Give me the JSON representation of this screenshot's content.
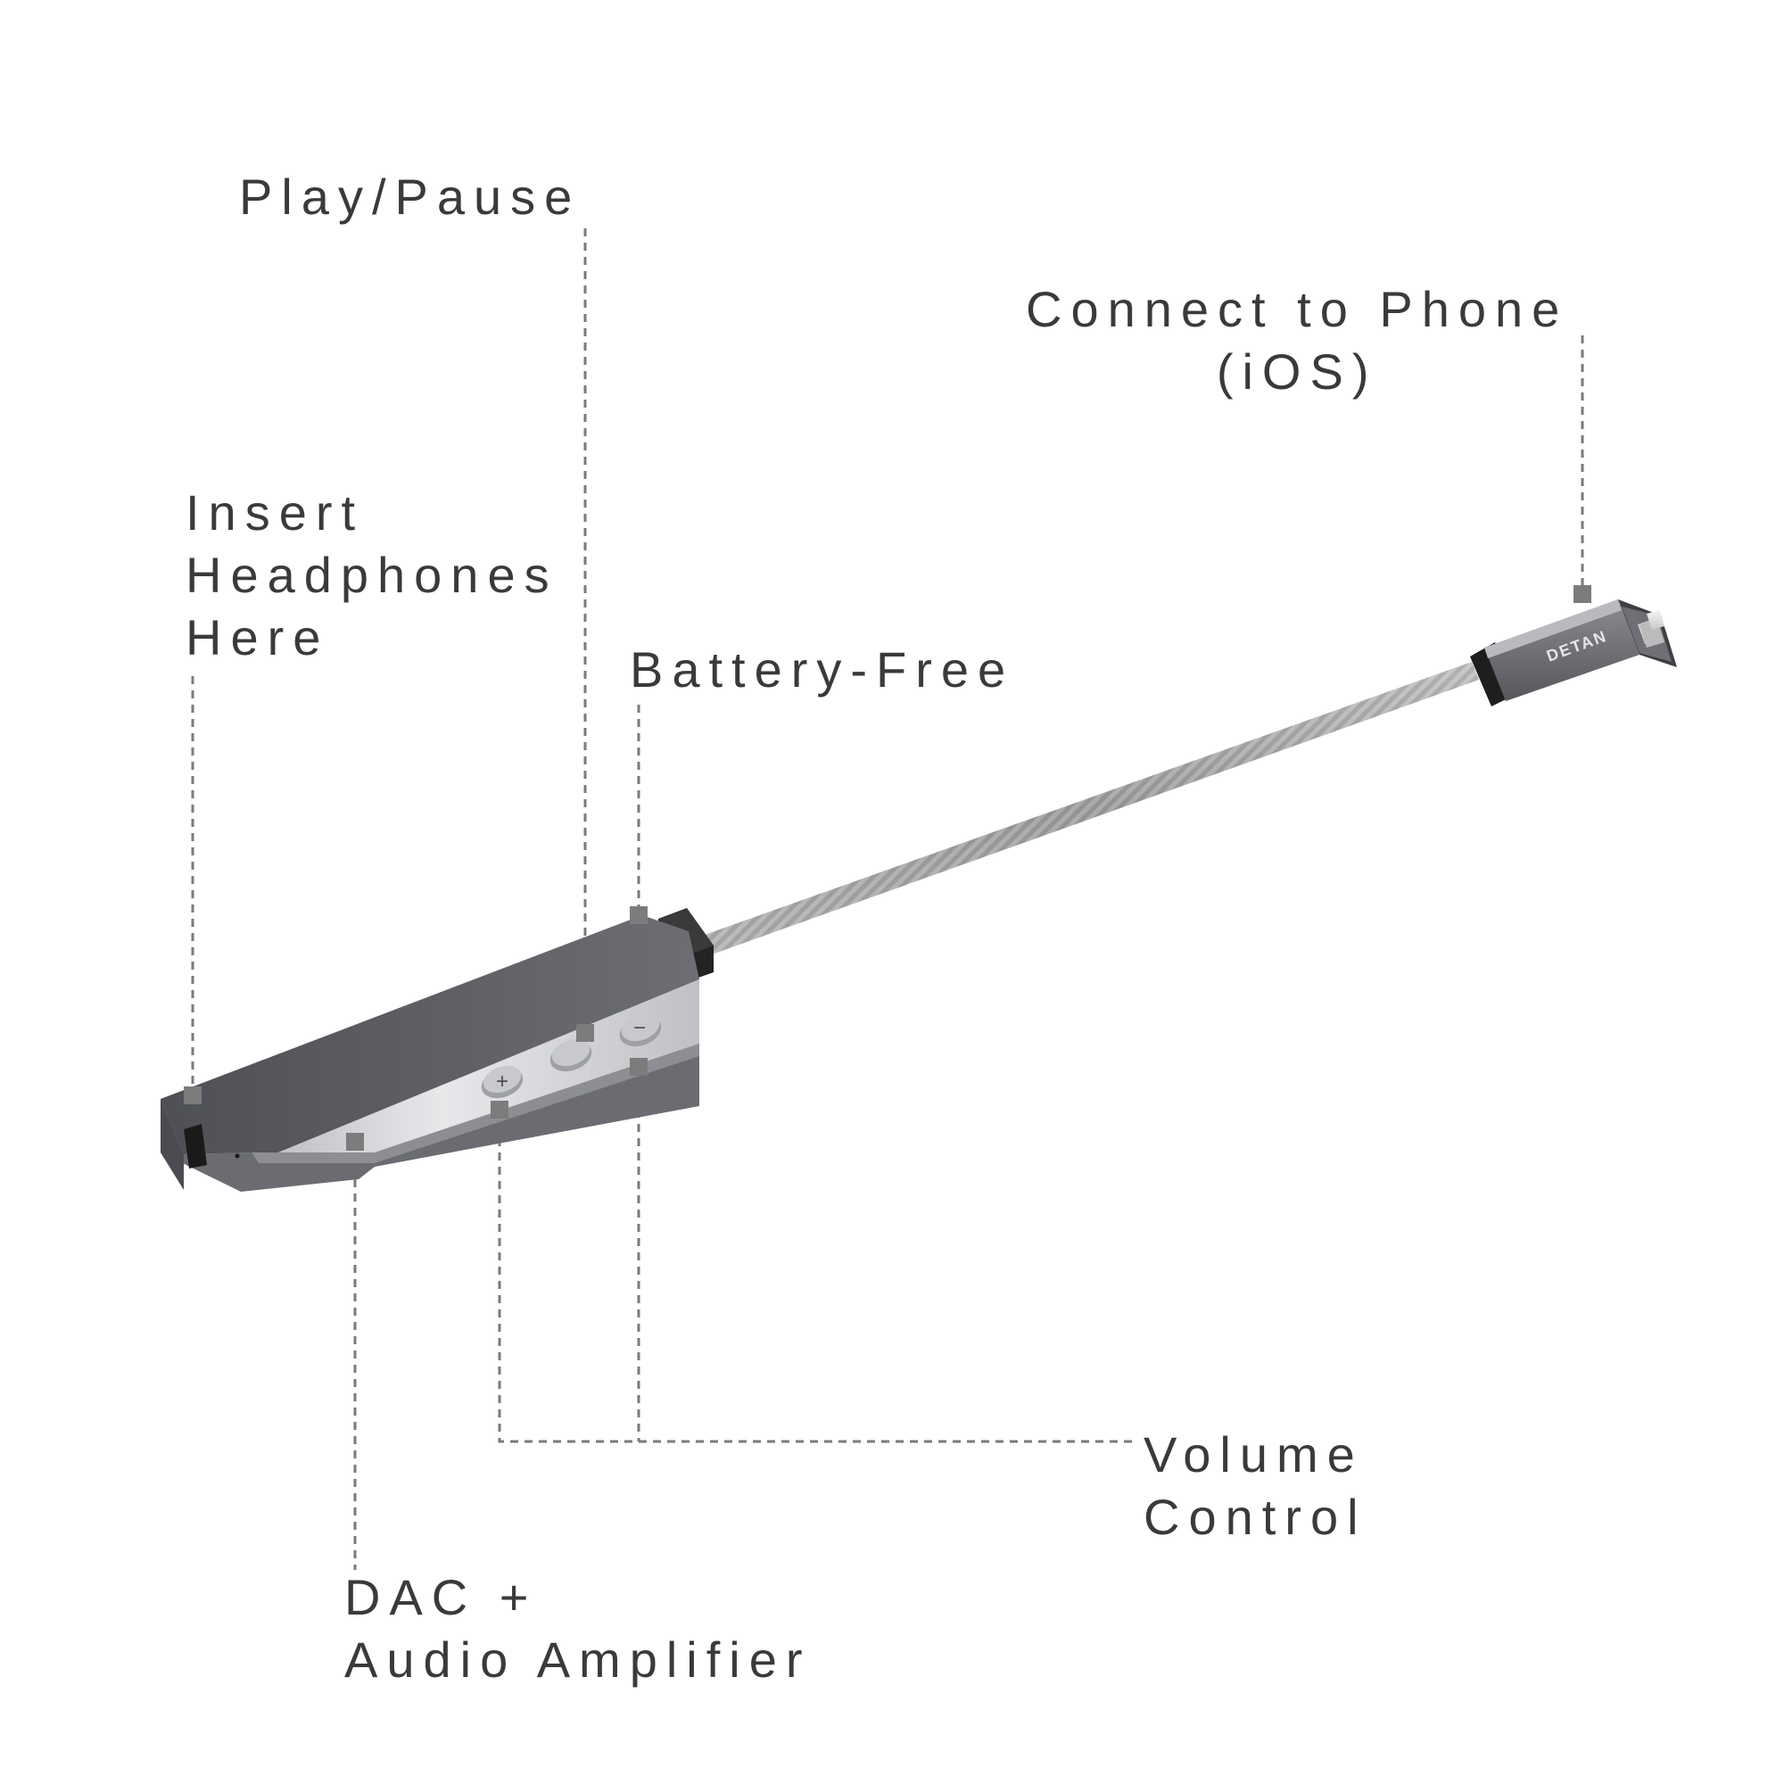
{
  "callouts": {
    "play_pause": {
      "line1": "Play/Pause"
    },
    "connect_phone": {
      "line1": "Connect to Phone",
      "line2": "(iOS)"
    },
    "insert_headphones": {
      "line1": "Insert",
      "line2": "Headphones",
      "line3": "Here"
    },
    "battery_free": {
      "line1": "Battery-Free"
    },
    "volume_control": {
      "line1": "Volume",
      "line2": "Control"
    },
    "dac_amp": {
      "line1": "DAC +",
      "line2": "Audio Amplifier"
    }
  },
  "device": {
    "brand_mark": "DETAN",
    "button_plus": "+",
    "button_minus": "−"
  },
  "colors": {
    "text": "#3a3a3a",
    "leader_line": "#7a7a7a",
    "marker": "#7c7c7c",
    "body_dark": "#5d5f65",
    "body_light": "#c9cacd",
    "cable": "#9c9c9c",
    "connector": "#2b2b2b"
  }
}
